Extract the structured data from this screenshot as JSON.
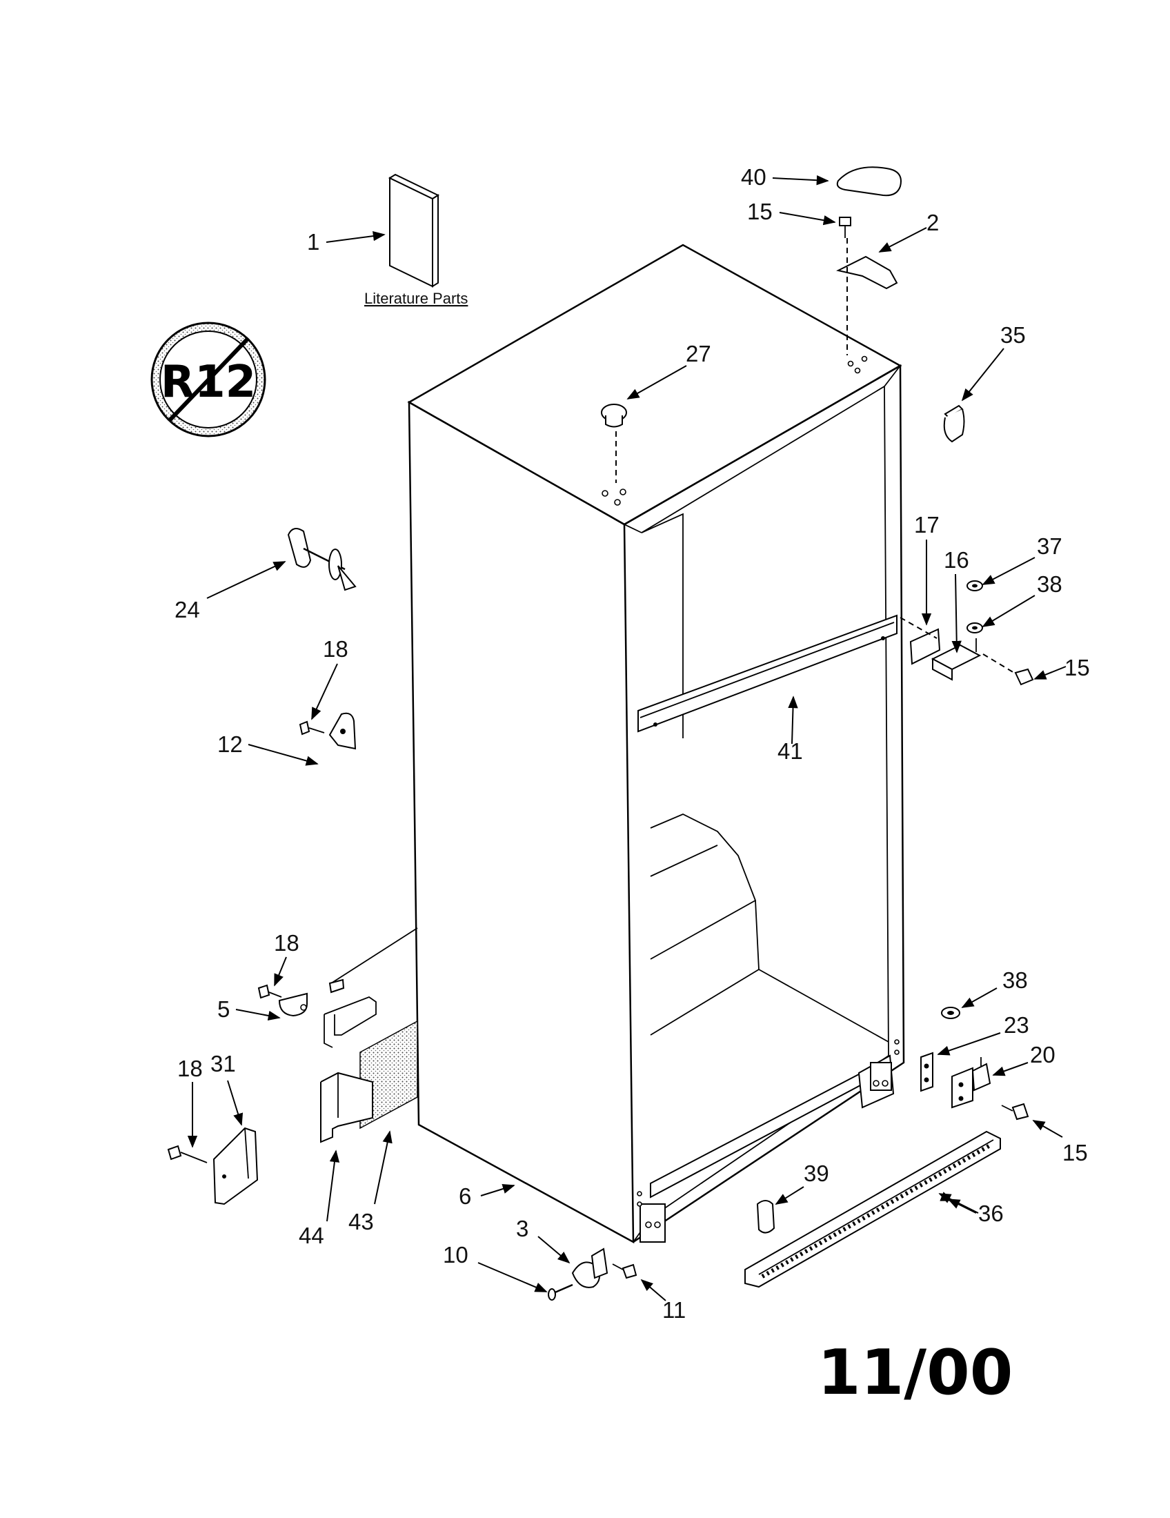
{
  "literature_label": "Literature Parts",
  "date_code": "11/00",
  "refrigerant_badge": "R12",
  "callouts": {
    "c40": "40",
    "c15a": "15",
    "c2": "2",
    "c1": "1",
    "c27": "27",
    "c35": "35",
    "c17": "17",
    "c16": "16",
    "c37": "37",
    "c38a": "38",
    "c15b": "15",
    "c24": "24",
    "c18a": "18",
    "c12": "12",
    "c41": "41",
    "c18b": "18",
    "c5": "5",
    "c38b": "38",
    "c23": "23",
    "c20": "20",
    "c18c": "18",
    "c31": "31",
    "c15c": "15",
    "c39": "39",
    "c36": "36",
    "c44": "44",
    "c43": "43",
    "c6": "6",
    "c3": "3",
    "c10": "10",
    "c11": "11"
  }
}
